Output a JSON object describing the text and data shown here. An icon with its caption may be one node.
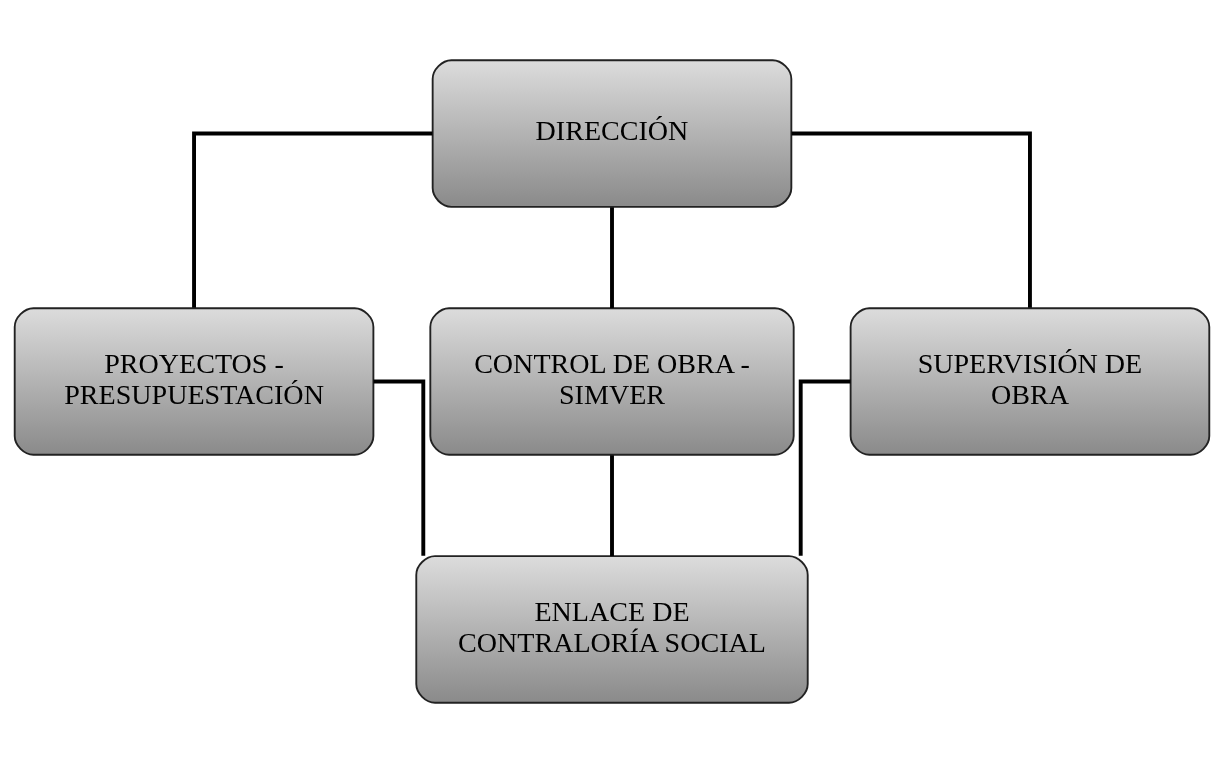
{
  "diagram": {
    "nodes": [
      {
        "text": [
          "DIRECCIÓN"
        ]
      },
      {
        "text": [
          "PROYECTOS - PRESUPUESTACIÓN"
        ]
      },
      {
        "text": [
          "CONTROL DE OBRA - SIMVER"
        ]
      },
      {
        "text": [
          "SUPERVISIÓN DE OBRA"
        ]
      },
      {
        "text": [
          "ENLACE DE CONTRALORÍA SOCIAL"
        ]
      }
    ],
    "edges": [
      {
        "from": 0,
        "to": 1,
        "arrow": "none"
      },
      {
        "from": 0,
        "to": 2,
        "arrow": "none"
      },
      {
        "from": 0,
        "to": 3,
        "arrow": "none"
      },
      {
        "from": 1,
        "to": 4,
        "arrow": "none"
      },
      {
        "from": 2,
        "to": 4,
        "arrow": "none"
      },
      {
        "from": 3,
        "to": 4,
        "arrow": "none"
      }
    ]
  }
}
